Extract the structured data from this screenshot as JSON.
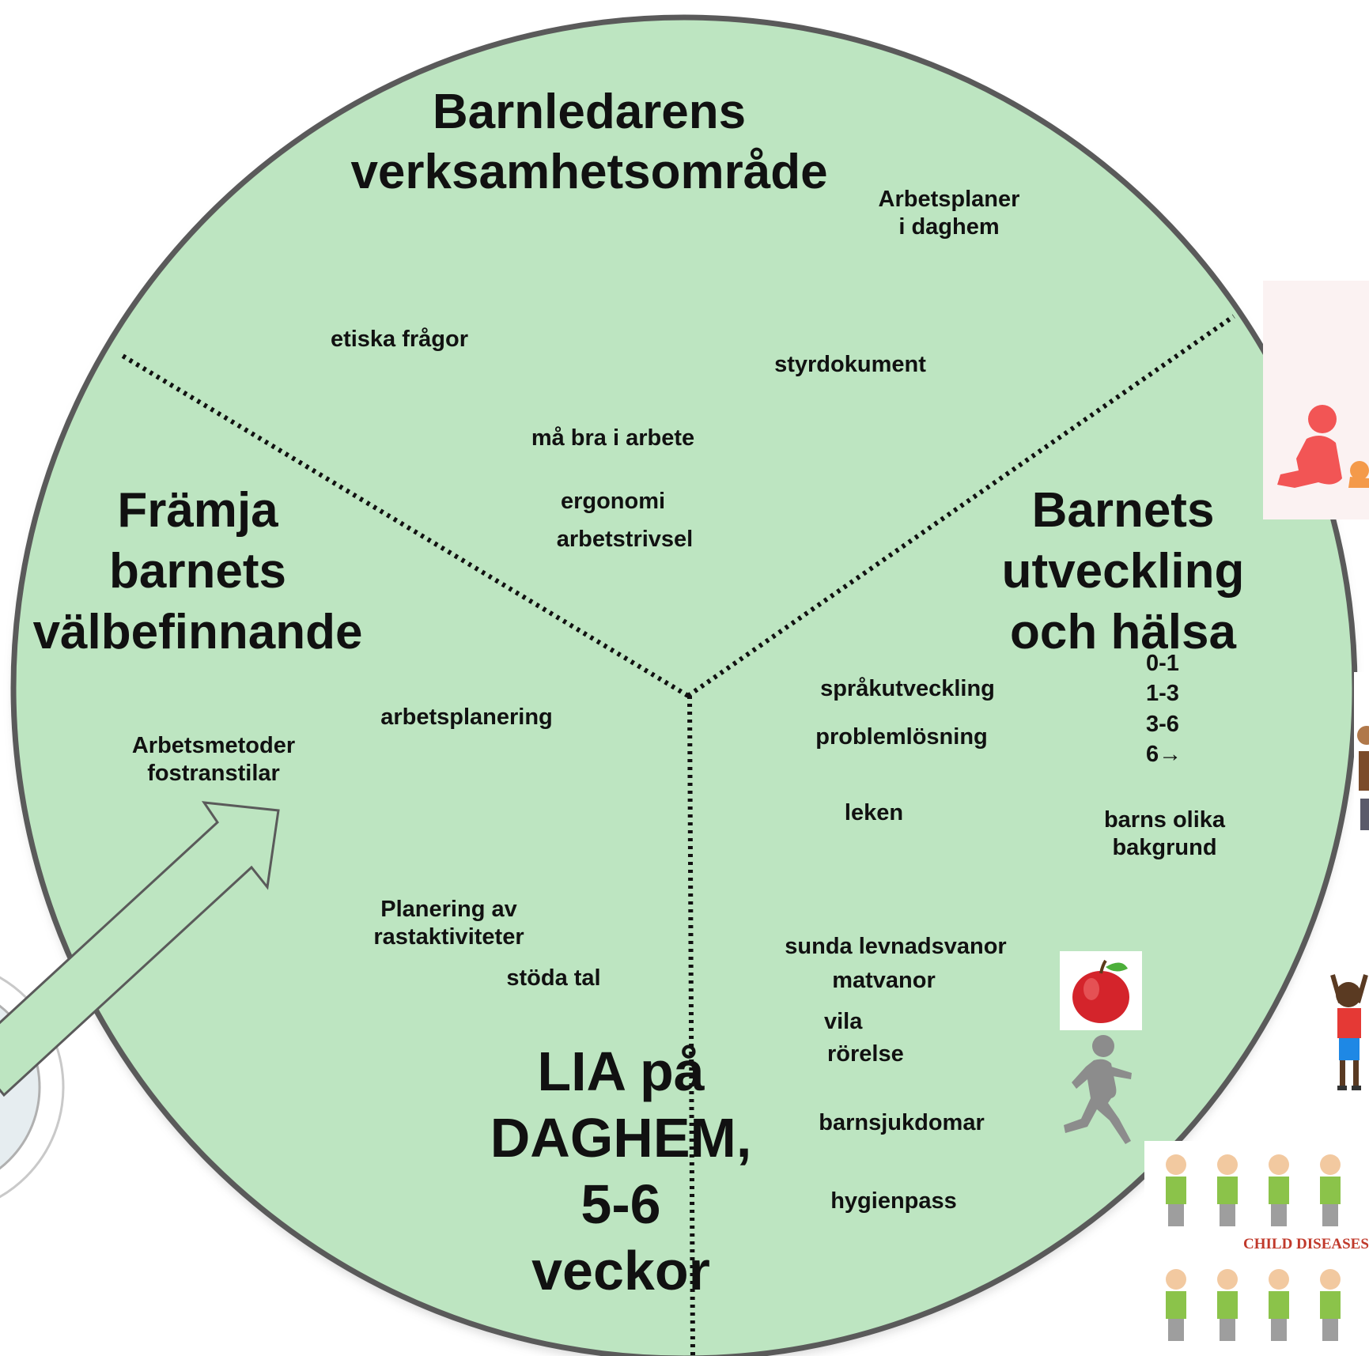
{
  "sections": {
    "top_title": [
      "Barnledarens",
      "verksamhetsområde"
    ],
    "left_title": [
      "Främja",
      "barnets",
      "välbefinnande"
    ],
    "right_title": [
      "Barnets",
      "utveckling",
      "och hälsa"
    ],
    "center_title": [
      "LIA på",
      "DAGHEM,",
      "5-6",
      "veckor"
    ]
  },
  "top_items": {
    "arbetsplaner": [
      "Arbetsplaner",
      "i daghem"
    ],
    "etiska": "etiska frågor",
    "styrdokument": "styrdokument",
    "ma_bra": "må bra i arbete",
    "ergonomi": "ergonomi",
    "arbetstrivsel": "arbetstrivsel"
  },
  "left_items": {
    "arbetsplanering": "arbetsplanering",
    "arbetsmetoder": [
      "Arbetsmetoder",
      "fostranstilar"
    ],
    "planering": [
      "Planering av",
      "rastaktiviteter"
    ],
    "stoda": "stöda tal"
  },
  "right_items": {
    "ages": [
      "0-1",
      "1-3",
      "3-6",
      "6→"
    ],
    "sprak": "språkutveckling",
    "problem": "problemlösning",
    "leken": "leken",
    "bakgrund": [
      "barns olika",
      "bakgrund"
    ],
    "sunda": "sunda levnadsvanor",
    "matvanor": "matvanor",
    "vila": "vila",
    "rorelse": "rörelse",
    "sjukdomar": "barnsjukdomar",
    "hygien": "hygienpass"
  },
  "images": {
    "child_diseases_caption": "CHILD DISEASES"
  },
  "colors": {
    "circle_fill": "#bde5c1",
    "circle_stroke": "#5a5a5a",
    "arrow_fill": "#bde5c1",
    "apple": "#d4242b",
    "runner": "#8c8c8c",
    "baby": "#f25555"
  }
}
